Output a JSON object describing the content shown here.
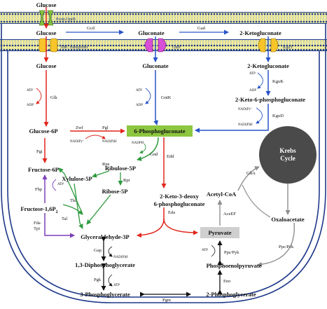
{
  "metabolites": {
    "glucose_ext": "Glucose",
    "glucose_peri": "Glucose",
    "gluconate_peri": "Gluconate",
    "ketogluconate_peri": "2-Ketogluconate",
    "glucose_cyt": "Glucose",
    "gluconate_cyt": "Gluconate",
    "ketogluconate_cyt": "2-Ketogluconate",
    "keto6pg": "2-Keto-6-phosphogluconate",
    "glucose6p": "Glucose-6P",
    "pg6": "6-Phosphogluconate",
    "fructose6p": "Fructose-6P",
    "ribulose5p": "Ribulose-5P",
    "xylulose5p": "Xylulose-5P",
    "ribose5p": "Ribose-5P",
    "fructose16p2_main": "Fructose-1,6P",
    "fructose16p2_sub": "2",
    "kdpg_line1": "2-Keto-3-deoxy",
    "kdpg_line2": "6-phosphogluconate",
    "acetylcoa": "Acetyl-CoA",
    "krebs_line1": "Krebs",
    "krebs_line2": "Cycle",
    "pyruvate": "Pyruvate",
    "oxaloacetate": "Oxaloacetate",
    "g3p": "Glyceraldehyde-3P",
    "dpg": "1,3-Diphosphoglycerate",
    "pep": "Phosphoenolpyruvate",
    "pg3": "3-Phosphoglycerate",
    "pg2": "2-Phosphoglycerate"
  },
  "transporters": {
    "porin": "Porin OprB",
    "abc": "ABC transporter",
    "gntp": "GntP",
    "kgut": "KguT"
  },
  "enzymes": {
    "gcd": "Gcd",
    "gad": "Gad",
    "glk": "Glk",
    "gntk": "GntK",
    "kguk": "KguK",
    "kgud": "KguD",
    "zwf": "Zwf",
    "pgl": "Pgl",
    "gnd": "Gnd",
    "edd": "Edd",
    "rpe": "Rpe",
    "rpi": "Rpi",
    "tkt": "Tkt",
    "tal": "Tal",
    "pgi": "Pgi",
    "fbp": "Fbp",
    "fda": "Fda",
    "tpi": "Tpi",
    "eda": "Eda",
    "glta": "GltA",
    "acef": "AceEF",
    "ppc": "Ppc/Pck",
    "pps": "Pps/Pyk",
    "gap": "Gap",
    "pgk": "Pgk",
    "eno": "Eno",
    "pgm": "Pgm"
  },
  "cofactors": {
    "atp_glk": "ATP",
    "adp_glk": "ADP",
    "atp_gntk": "ATP",
    "adp_gntk": "ADP",
    "atp_kguk": "ATP",
    "adp_kguk": "ADP",
    "nadp_kgud": "NAD(P)⁺",
    "nadph_kgud": "NAD(P)H",
    "nadp_zwf": "NAD(P)⁺",
    "nadph_zwf": "NAD(P)H",
    "nadph_gnd": "NADPH",
    "atp_fbp": "ATP",
    "nadph_gap": "NAD(P)H",
    "atp_pgk": "ATP",
    "atp_pps": "ATP"
  },
  "colors": {
    "membrane_blue": "#1f3a8a",
    "membrane_yellow": "#f2ee9a",
    "red": "#e0261c",
    "blue": "#2854c8",
    "green": "#2e9a3e",
    "purple": "#7c3fb8",
    "gray": "#8f8f8f",
    "black": "#111111",
    "highlight_green": "#8dc63f",
    "highlight_gray": "#cfcfcf",
    "krebs_fill": "#4a4a4a",
    "porin_green": "#86c43a",
    "abc_yellow": "#f7c42a",
    "gntp_magenta": "#d64fd6",
    "kgut_yellow": "#f7c42a"
  }
}
